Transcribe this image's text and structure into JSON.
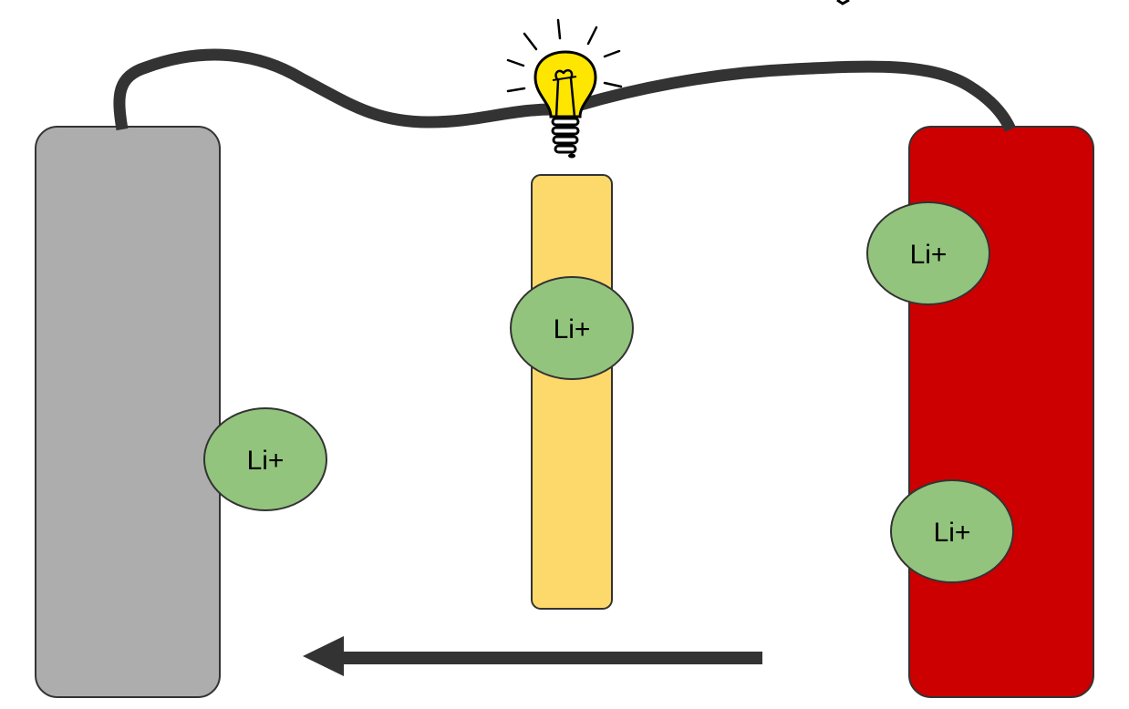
{
  "diagram": {
    "anode": {
      "color": "#adadad"
    },
    "cathode": {
      "color": "#cc0000"
    },
    "separator": {
      "color": "#fdd96b"
    },
    "ion_fill": "#93c47d",
    "wire_color": "#333333",
    "bulb": {
      "icon": "lightbulb-icon",
      "glass_color": "#ffe600"
    },
    "arrow": {
      "icon": "arrow-left-icon",
      "color": "#333333"
    },
    "ions": [
      {
        "id": "anode",
        "label": "Li+"
      },
      {
        "id": "separator",
        "label": "Li+"
      },
      {
        "id": "cathode-top",
        "label": "Li+"
      },
      {
        "id": "cathode-bottom",
        "label": "Li+"
      }
    ]
  }
}
